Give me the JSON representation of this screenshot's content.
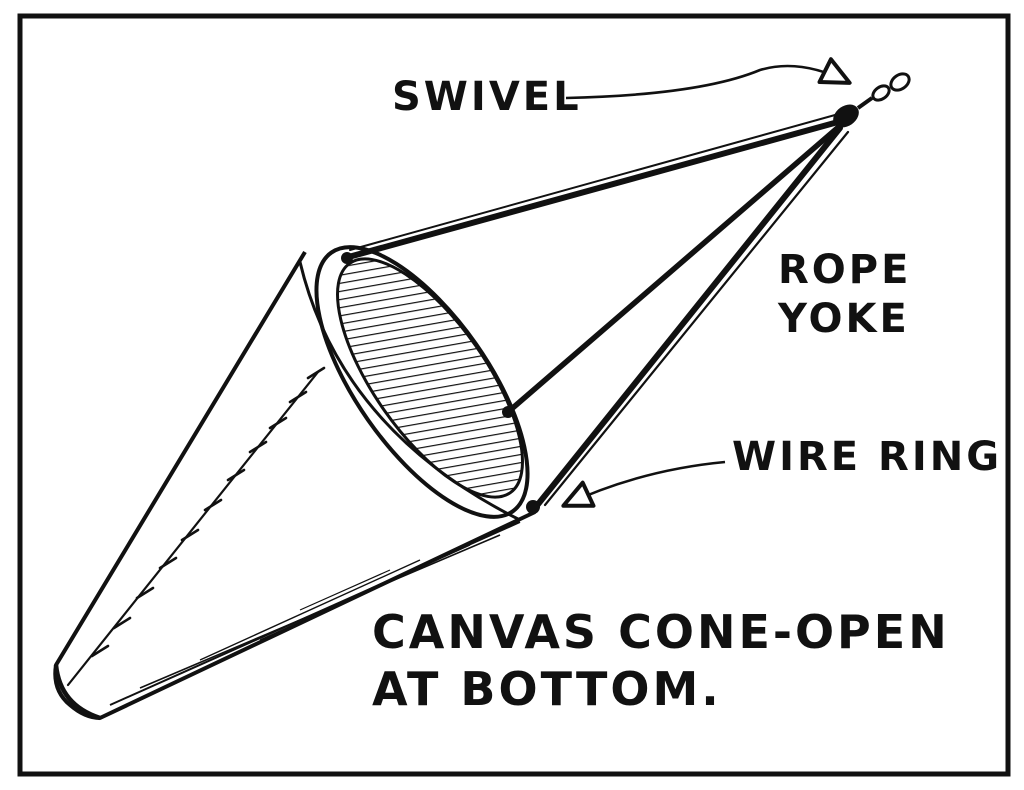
{
  "labels": {
    "swivel": "SWIVEL",
    "rope_line1": "ROPE",
    "rope_line2": "YOKE",
    "wire_ring": "WIRE RING",
    "canvas_line1": "CANVAS CONE-OPEN",
    "canvas_line2": "AT BOTTOM."
  },
  "colors": {
    "ink": "#111111",
    "paper": "#ffffff"
  }
}
